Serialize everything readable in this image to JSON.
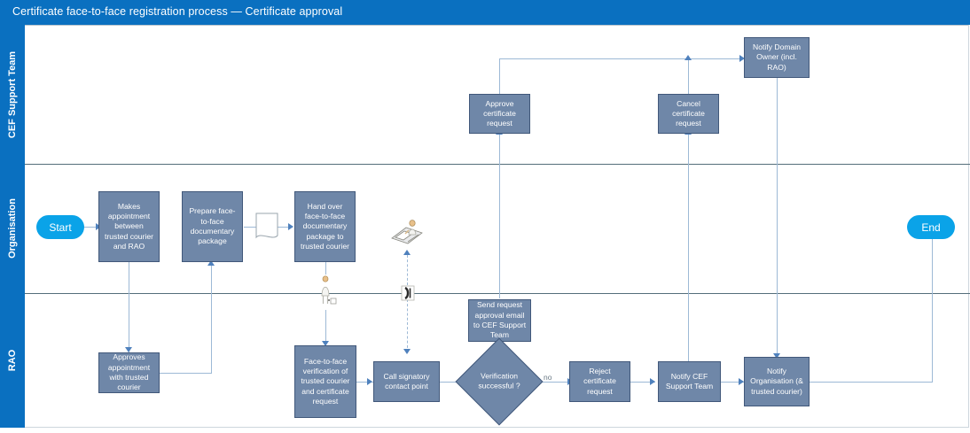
{
  "title": "Certificate face-to-face registration process — Certificate approval",
  "colors": {
    "title_bar": "#0a70c0",
    "lane_header": "#0a70c0",
    "node_fill": "#6f87a8",
    "node_border": "#41587a",
    "terminator_fill": "#0aa3e8",
    "connector": "#9db9d6",
    "arrowhead": "#4f81bd",
    "lane_separator": "#546e7a",
    "canvas": "#ffffff"
  },
  "lanes": [
    {
      "id": "cef",
      "label": "CEF Support Team"
    },
    {
      "id": "org",
      "label": "Organisation"
    },
    {
      "id": "rao",
      "label": "RAO"
    }
  ],
  "nodes": {
    "notify_domain_owner": {
      "label": "Notify Domain Owner (incl. RAO)",
      "lane": "cef",
      "type": "process"
    },
    "approve_certificate_request": {
      "label": "Approve certificate request",
      "lane": "cef",
      "type": "process"
    },
    "cancel_certificate_request": {
      "label": "Cancel certificate request",
      "lane": "cef",
      "type": "process"
    },
    "start": {
      "label": "Start",
      "lane": "org",
      "type": "terminator"
    },
    "makes_appointment": {
      "label": "Makes appointment between trusted courier and RAO",
      "lane": "org",
      "type": "process"
    },
    "prepare_package": {
      "label": "Prepare face-to-face documentary package",
      "lane": "org",
      "type": "process"
    },
    "hand_over_package": {
      "label": "Hand over face-to-face documentary package to trusted courier",
      "lane": "org",
      "type": "process"
    },
    "end": {
      "label": "End",
      "lane": "org",
      "type": "terminator"
    },
    "approves_appointment": {
      "label": "Approves appointment with trusted courier",
      "lane": "rao",
      "type": "process"
    },
    "face_to_face_verification": {
      "label": "Face-to-face verification of trusted courier and certificate request",
      "lane": "rao",
      "type": "process"
    },
    "call_signatory_contact_point": {
      "label": "Call signatory contact point",
      "lane": "rao",
      "type": "process"
    },
    "send_request_approval_email": {
      "label": "Send request approval email to CEF Support Team",
      "lane": "rao",
      "type": "process"
    },
    "verification_successful": {
      "label": "Verification successful ?",
      "lane": "rao",
      "type": "decision"
    },
    "reject_certificate_request": {
      "label": "Reject certificate request",
      "lane": "rao",
      "type": "process"
    },
    "notify_cef_support_team": {
      "label": "Notify CEF Support Team",
      "lane": "rao",
      "type": "process"
    },
    "notify_organisation": {
      "label": "Notify Organisation (& trusted courier)",
      "lane": "rao",
      "type": "process"
    }
  },
  "edge_labels": {
    "no": "no"
  },
  "icons": {
    "document": "document-shape",
    "courier_person": "courier-person-icon",
    "desk_person": "person-at-desk-icon",
    "phone": "telephone-icon"
  }
}
